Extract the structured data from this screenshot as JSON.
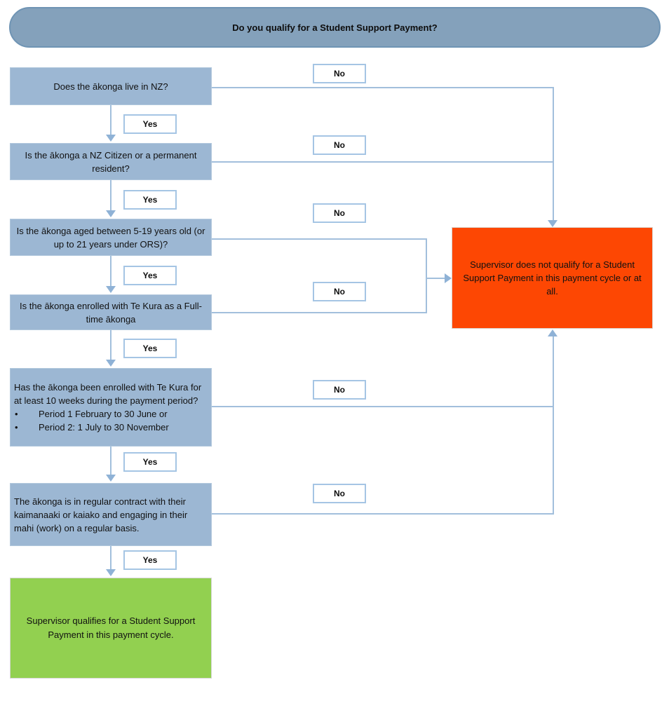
{
  "title": "Do you qualify for a Student Support Payment?",
  "yes_label": "Yes",
  "no_label": "No",
  "questions": [
    {
      "label": "Does the ākonga live in NZ?"
    },
    {
      "label": "Is the ākonga a NZ Citizen or a permanent resident?"
    },
    {
      "label": "Is the ākonga aged between 5-19 years old (or up to 21 years under ORS)?"
    },
    {
      "label": "Is the ākonga enrolled with Te Kura as a Full-time ākonga"
    },
    {
      "label": "Has the ākonga been enrolled with Te Kura for at least 10 weeks during the payment period?",
      "bullets": [
        "Period 1 February to 30 June or",
        "Period 2: 1 July to 30 November"
      ]
    },
    {
      "label": "The ākonga is in regular contract with their kaimanaaki or kaiako and engaging in their mahi (work) on a regular basis."
    }
  ],
  "outcomes": {
    "not_qualify": "Supervisor does not qualify for a Student Support Payment in this payment cycle or at all.",
    "qualify": "Supervisor  qualifies for a Student Support Payment in this payment cycle."
  },
  "colors": {
    "banner_fill": "#84a1bb",
    "banner_border": "#6f94b4",
    "question_fill": "#9cb7d3",
    "connector_line": "#a2bfdc",
    "arrowhead": "#8fb2d6",
    "label_border": "#a5c5e4",
    "not_qualify_fill": "#fd4703",
    "qualify_fill": "#92d050"
  }
}
